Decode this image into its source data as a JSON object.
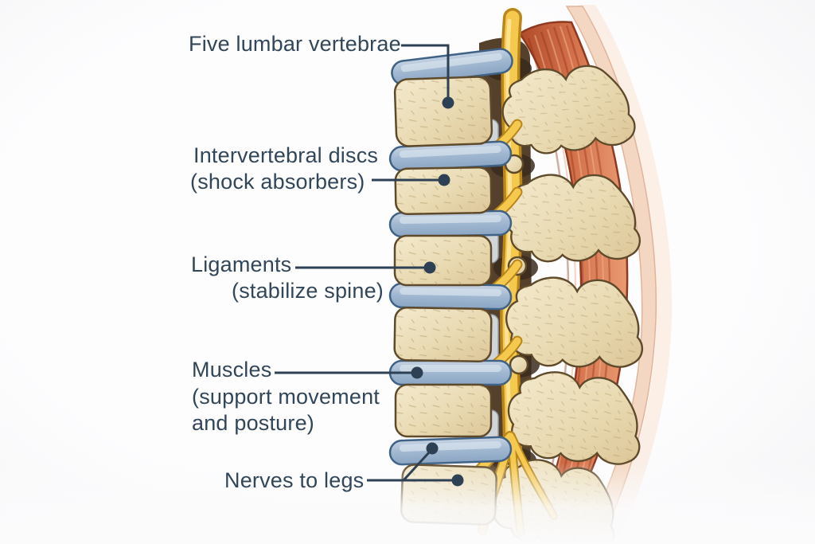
{
  "figure": {
    "labels": {
      "five_lumbar_vertebrae": {
        "text": "Five lumbar vertebrae"
      },
      "intervertebral_discs": {
        "line1": "Intervertebral discs",
        "line2": "(shock absorbers)"
      },
      "ligaments": {
        "line1": "Ligaments",
        "line2": "(stabilize spine)"
      },
      "muscles": {
        "line1": "Muscles",
        "line2": "(support movement",
        "line3": "and posture)"
      },
      "nerves_to_legs": {
        "text": "Nerves to legs"
      }
    },
    "colors": {
      "background": "#fbfbfc",
      "label_text": "#32465a",
      "leader_line": "#2e4154",
      "bone": "#ecdfbc",
      "bone_outline": "#5e4a2a",
      "disc_blue": "#9fb6d0",
      "disc_outline": "#3f6286",
      "nerve_yellow": "#f5c94e",
      "nerve_outline": "#bb861b",
      "muscle_red": "#d4714b",
      "skin": "#f4d7c2"
    }
  }
}
